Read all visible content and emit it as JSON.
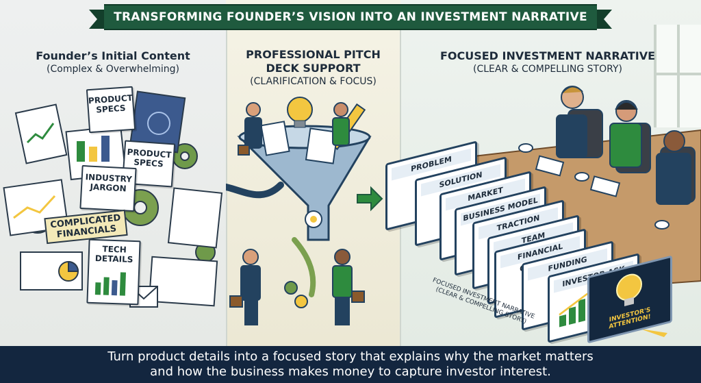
{
  "banner": {
    "title": "TRANSFORMING FOUNDER’S VISION INTO AN INVESTMENT NARRATIVE"
  },
  "left": {
    "title": "Founder’s Initial Content",
    "subtitle": "(Complex & Overwhelming)",
    "labels": {
      "product_specs_1": [
        "PRODUCT",
        "SPECS"
      ],
      "product_specs_2": [
        "PRODUCT",
        "SPECS"
      ],
      "industry_jargon": [
        "INDUSTRY",
        "JARGON"
      ],
      "complicated_financials": [
        "COMPLICATED",
        "FINANCIALS"
      ],
      "tech_details": [
        "TECH",
        "DETAILS"
      ]
    }
  },
  "middle": {
    "title_lines": [
      "PROFESSIONAL PITCH",
      "DECK SUPPORT"
    ],
    "subtitle": "(CLARIFICATION & FOCUS)"
  },
  "right": {
    "title": "FOCUSED INVESTMENT NARRATIVE",
    "subtitle": "(CLEAR & COMPELLING STORY)",
    "slides": [
      "PROBLEM",
      "SOLUTION",
      "MARKET",
      "BUSINESS MODEL",
      "TRACTION",
      "TEAM",
      "FINANCIAL OUTLOOK",
      "FUNDING REQUEST",
      "INVESTOR ASK"
    ],
    "rotated_caption": [
      "FOCUSED INVESTMENT NARRATIVE",
      "(CLEAR & COMPELLING STORY)"
    ],
    "attention_label": "INVESTOR'S ATTENTION!"
  },
  "footer": {
    "line1": "Turn product details into a focused story that explains why the market matters",
    "line2": "and how the business makes money to capture investor interest."
  },
  "colors": {
    "banner": "#1f5a3e",
    "footer": "#13263f",
    "accent_green": "#2e8b3e",
    "accent_yellow": "#f3c640",
    "navy": "#23425f"
  }
}
